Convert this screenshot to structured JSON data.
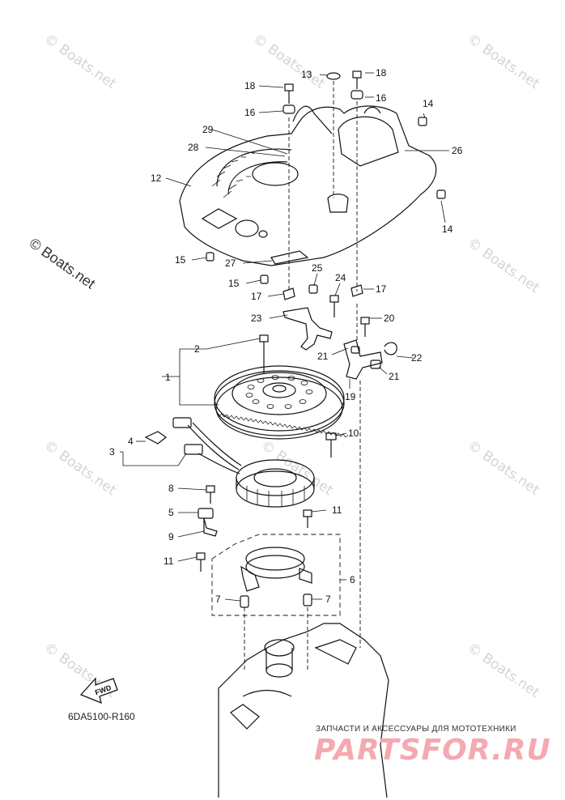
{
  "watermark_text": "© Boats.net",
  "diagram_code": "6DA5100-R160",
  "fwd_label": "FWD",
  "footer": {
    "tagline": "ЗАПЧАСТИ И АКСЕССУАРЫ ДЛЯ МОТОТЕХНИКИ",
    "logo": "PARTSFOR.RU"
  },
  "callouts": [
    {
      "id": "c1",
      "text": "1"
    },
    {
      "id": "c2",
      "text": "2"
    },
    {
      "id": "c3",
      "text": "3"
    },
    {
      "id": "c4",
      "text": "4"
    },
    {
      "id": "c5",
      "text": "5"
    },
    {
      "id": "c6",
      "text": "6"
    },
    {
      "id": "c7a",
      "text": "7"
    },
    {
      "id": "c7b",
      "text": "7"
    },
    {
      "id": "c8",
      "text": "8"
    },
    {
      "id": "c9",
      "text": "9"
    },
    {
      "id": "c10",
      "text": "10"
    },
    {
      "id": "c11a",
      "text": "11"
    },
    {
      "id": "c11b",
      "text": "11"
    },
    {
      "id": "c12",
      "text": "12"
    },
    {
      "id": "c13",
      "text": "13"
    },
    {
      "id": "c14a",
      "text": "14"
    },
    {
      "id": "c14b",
      "text": "14"
    },
    {
      "id": "c15a",
      "text": "15"
    },
    {
      "id": "c15b",
      "text": "15"
    },
    {
      "id": "c16a",
      "text": "16"
    },
    {
      "id": "c16b",
      "text": "16"
    },
    {
      "id": "c17a",
      "text": "17"
    },
    {
      "id": "c17b",
      "text": "17"
    },
    {
      "id": "c18a",
      "text": "18"
    },
    {
      "id": "c18b",
      "text": "18"
    },
    {
      "id": "c19",
      "text": "19"
    },
    {
      "id": "c20",
      "text": "20"
    },
    {
      "id": "c21a",
      "text": "21"
    },
    {
      "id": "c21b",
      "text": "21"
    },
    {
      "id": "c22",
      "text": "22"
    },
    {
      "id": "c23",
      "text": "23"
    },
    {
      "id": "c24",
      "text": "24"
    },
    {
      "id": "c25",
      "text": "25"
    },
    {
      "id": "c26",
      "text": "26"
    },
    {
      "id": "c27",
      "text": "27"
    },
    {
      "id": "c28",
      "text": "28"
    },
    {
      "id": "c29",
      "text": "29"
    }
  ]
}
